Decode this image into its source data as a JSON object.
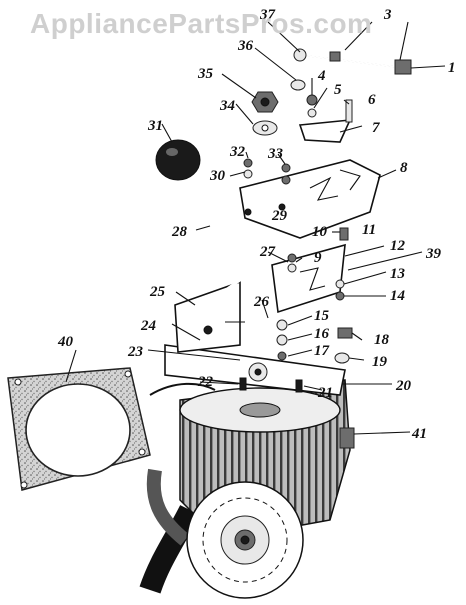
{
  "watermark": "AppliancePartsPros.com",
  "part_numbers": [
    "1",
    "3",
    "4",
    "5",
    "6",
    "7",
    "8",
    "9",
    "10",
    "11",
    "12",
    "13",
    "14",
    "15",
    "16",
    "17",
    "18",
    "19",
    "20",
    "21",
    "22",
    "23",
    "24",
    "25",
    "26",
    "27",
    "28",
    "29",
    "30",
    "31",
    "32",
    "33",
    "34",
    "35",
    "36",
    "37",
    "39",
    "40",
    "41"
  ]
}
